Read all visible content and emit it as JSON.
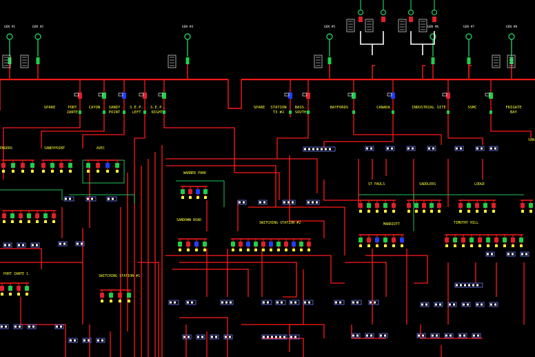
{
  "generators": [
    {
      "label": "GEN #1"
    },
    {
      "label": "GEN #2"
    },
    {
      "label": "GEN #4"
    },
    {
      "label": "GEN #5"
    },
    {
      "label": "GEN #6"
    },
    {
      "label": "GEN #7"
    },
    {
      "label": "GEN #8"
    }
  ],
  "feeders": [
    {
      "label": "SPARE"
    },
    {
      "label": "PORT"
    },
    {
      "label": "ZANTE"
    },
    {
      "label": "CAYON"
    },
    {
      "label": "SANDY"
    },
    {
      "label": "POINT"
    },
    {
      "label": "S.E.P."
    },
    {
      "label": "LEFT"
    },
    {
      "label": "S.E.P."
    },
    {
      "label": "RIGHT"
    },
    {
      "label": "SPARE"
    },
    {
      "label": "STATION"
    },
    {
      "label": "T3 #2"
    },
    {
      "label": "BASS."
    },
    {
      "label": "SOUTH"
    },
    {
      "label": "BAYFORDS"
    },
    {
      "label": "CANADA"
    },
    {
      "label": "INDUSTRIAL SITE"
    },
    {
      "label": "SSMC"
    },
    {
      "label": "FRIGATE"
    },
    {
      "label": "BAY"
    }
  ],
  "sections": [
    {
      "label": "ENGERS"
    },
    {
      "label": "SANDYPOINT"
    },
    {
      "label": "AVEC"
    },
    {
      "label": "WARNER PARK"
    },
    {
      "label": "ST PAULS"
    },
    {
      "label": "SADDLERS"
    },
    {
      "label": "LODGE"
    },
    {
      "label": "SANDOWN ROAD"
    },
    {
      "label": "SWITCHING STATION #2"
    },
    {
      "label": "MARRIOTT"
    },
    {
      "label": "TIMOTHY HILL"
    },
    {
      "label": "PORT ZANTE 1"
    },
    {
      "label": "SWITCHING STATION #1"
    },
    {
      "label": "SAN"
    }
  ],
  "colors": {
    "background": "#000000",
    "bus": "#ff1a1a",
    "generator": "#22c55e",
    "label": "#ffff33",
    "breaker_closed": "#1fcf4a",
    "breaker_open": "#e0202a",
    "breaker_blue": "#1f3fff"
  }
}
